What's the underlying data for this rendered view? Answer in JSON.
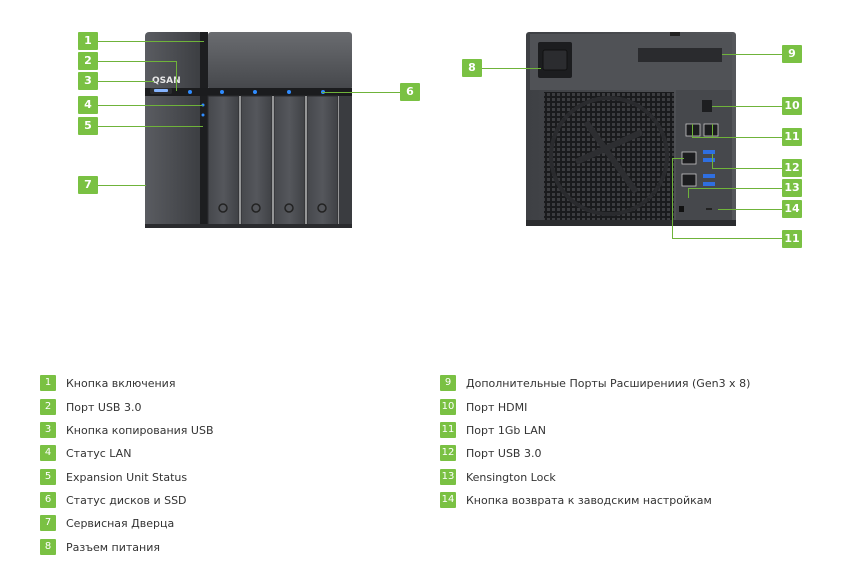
{
  "brand_logo": "QSAN",
  "front_callouts": [
    "1",
    "2",
    "3",
    "4",
    "5",
    "7"
  ],
  "front_right_callout": "6",
  "rear_callouts": [
    "8",
    "9",
    "10",
    "11",
    "12",
    "13",
    "14",
    "11"
  ],
  "legend_left": [
    {
      "num": "1",
      "text": "Кнопка включения"
    },
    {
      "num": "2",
      "text": "Порт USB 3.0"
    },
    {
      "num": "3",
      "text": "Кнопка копирования USB"
    },
    {
      "num": "4",
      "text": "Статус LAN"
    },
    {
      "num": "5",
      "text": "Expansion Unit Status"
    },
    {
      "num": "6",
      "text": "Статус дисков и SSD"
    },
    {
      "num": "7",
      "text": "Сервисная Дверца"
    },
    {
      "num": "8",
      "text": "Разъем питания"
    }
  ],
  "legend_right": [
    {
      "num": "9",
      "text": "Дополнительные Порты Расширениия (Gen3 x 8)"
    },
    {
      "num": "10",
      "text": "Порт HDMI"
    },
    {
      "num": "11",
      "text": "Порт 1Gb LAN"
    },
    {
      "num": "12",
      "text": "Порт USB 3.0"
    },
    {
      "num": "13",
      "text": "Kensington Lock"
    },
    {
      "num": "14",
      "text": "Кнопка возврата к заводским настройкам"
    }
  ],
  "colors": {
    "accent": "#7ac143",
    "chassis": "#4a4c50",
    "led": "#2f8cff"
  }
}
